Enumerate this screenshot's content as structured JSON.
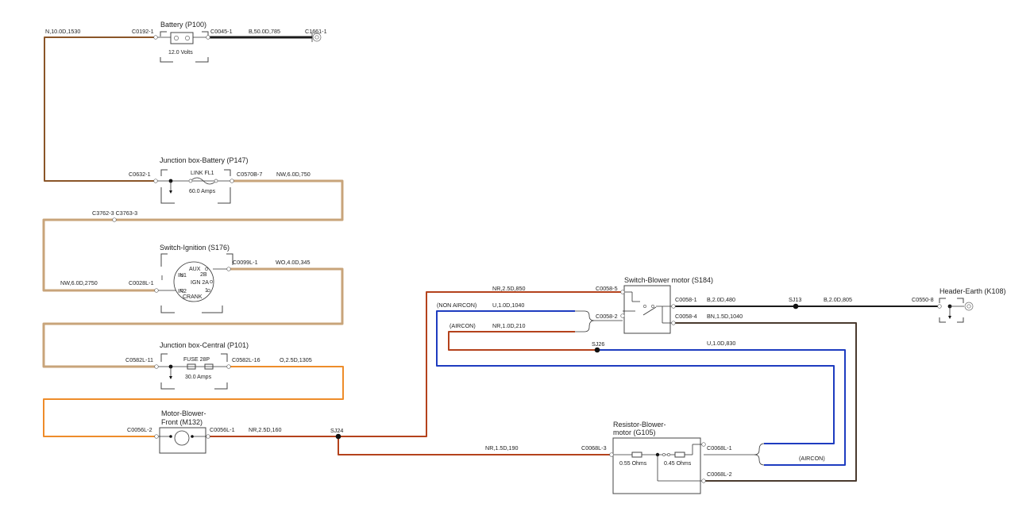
{
  "colors": {
    "N": "#8a5528",
    "B": "#1a1a1a",
    "NW": "#c8a47a",
    "WO": "#c8a47a",
    "O": "#ee8c2a",
    "NR": "#b4421c",
    "U": "#1e3cc0",
    "BN": "#4a3a2e"
  },
  "components": {
    "battery": {
      "title": "Battery (P100)",
      "inner": "12.0 Volts"
    },
    "jb_battery": {
      "title": "Junction box-Battery (P147)",
      "fuse": "LINK FL1",
      "rating": "60.0 Amps"
    },
    "ignition": {
      "title": "Switch-Ignition (S176)",
      "aux": "AUX",
      "t2b": "2B",
      "in1": "IN1",
      "ign2a": "IGN 2A",
      "in2": "IN2",
      "t1": "1",
      "crank": "CRANK"
    },
    "jb_central": {
      "title": "Junction box-Central (P101)",
      "fuse": "FUSE 28P",
      "rating": "30.0 Amps"
    },
    "motor": {
      "title1": "Motor-Blower-",
      "title2": "Front (M132)"
    },
    "switch_blower": {
      "title": "Switch-Blower motor (S184)"
    },
    "header_earth": {
      "title": "Header-Earth (K108)"
    },
    "resistor": {
      "title1": "Resistor-Blower-",
      "title2": "motor (G105)",
      "r1": "0.55 Ohms",
      "r2": "0.45 Ohms"
    }
  },
  "connectors": {
    "c0192": "C0192-1",
    "c0045": "C0045-1",
    "c1661": "C1661-1",
    "c0632": "C0632-1",
    "c0570b": "C0570B-7",
    "c3762": "C3762-3 C3763-3",
    "c0099l": "C0099L-1",
    "c0028l": "C0028L-1",
    "c0582l_11": "C0582L-11",
    "c0582l_16": "C0582L-16",
    "c0056l_2": "C0056L-2",
    "c0056l_1": "C0056L-1",
    "c0058_5": "C0058-5",
    "c0058_2": "C0058-2",
    "c0058_1": "C0058-1",
    "c0058_4": "C0058-4",
    "c0550": "C0550-8",
    "c0068l_3": "C0068L-3",
    "c0068l_1": "C0068L-1",
    "c0068l_2": "C0068L-2"
  },
  "splices": {
    "sj24": "SJ24",
    "sj26": "SJ26",
    "sj13": "SJ13"
  },
  "wires": {
    "w1": "N,10.0D,1530",
    "w2": "B,50.0D,785",
    "w3": "NW,6.0D,750",
    "w4": "WO,4.0D,345",
    "w5": "NW,6.0D,2750",
    "w6": "O,2.5D,1305",
    "w7": "NR,2.5D,160",
    "w8": "NR,2.5D,850",
    "w9": "U,1.0D,1040",
    "w10": "NR,1.0D,210",
    "w11": "B,2.0D,480",
    "w12": "BN,1.5D,1040",
    "w13": "B,2.0D,805",
    "w14": "U,1.0D,830",
    "w15": "NR,1.5D,190"
  },
  "options": {
    "non_aircon": "(NON AIRCON)",
    "aircon": "(AIRCON)",
    "aircon2": "(AIRCON)"
  }
}
